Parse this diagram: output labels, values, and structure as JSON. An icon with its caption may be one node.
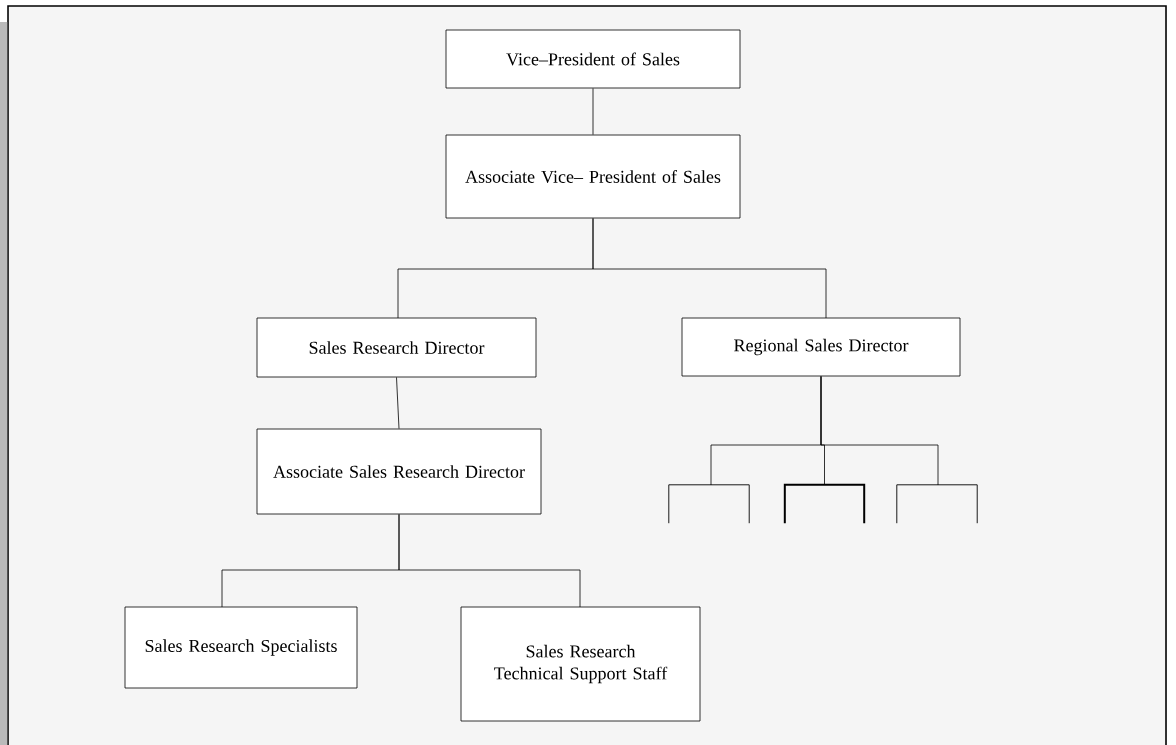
{
  "diagram": {
    "nodes": [
      {
        "text": [
          "Vice–President of Sales"
        ]
      },
      {
        "text": [
          "Associate Vice– President of Sales"
        ]
      },
      {
        "text": [
          "Sales Research Director"
        ]
      },
      {
        "text": [
          "Regional Sales Director"
        ]
      },
      {
        "text": [
          "Associate Sales Research Director"
        ]
      },
      {
        "text": [
          "Sales Research Specialists"
        ]
      },
      {
        "text": [
          "Sales Research Technical Support Staff"
        ]
      },
      {
        "text": [],
        "shape": "box"
      },
      {
        "text": [],
        "shape": "box"
      },
      {
        "text": [],
        "shape": "box"
      }
    ],
    "edges": [
      {
        "from": 0,
        "to": 1,
        "arrow": "none"
      },
      {
        "from": 1,
        "to": 2,
        "arrow": "none"
      },
      {
        "from": 1,
        "to": 3,
        "arrow": "none"
      },
      {
        "from": 2,
        "to": 4,
        "arrow": "none"
      },
      {
        "from": 4,
        "to": 5,
        "arrow": "none"
      },
      {
        "from": 4,
        "to": 6,
        "arrow": "none"
      },
      {
        "from": 3,
        "to": 7,
        "arrow": "none"
      },
      {
        "from": 3,
        "to": 8,
        "arrow": "none"
      },
      {
        "from": 3,
        "to": 9,
        "arrow": "none"
      }
    ]
  }
}
